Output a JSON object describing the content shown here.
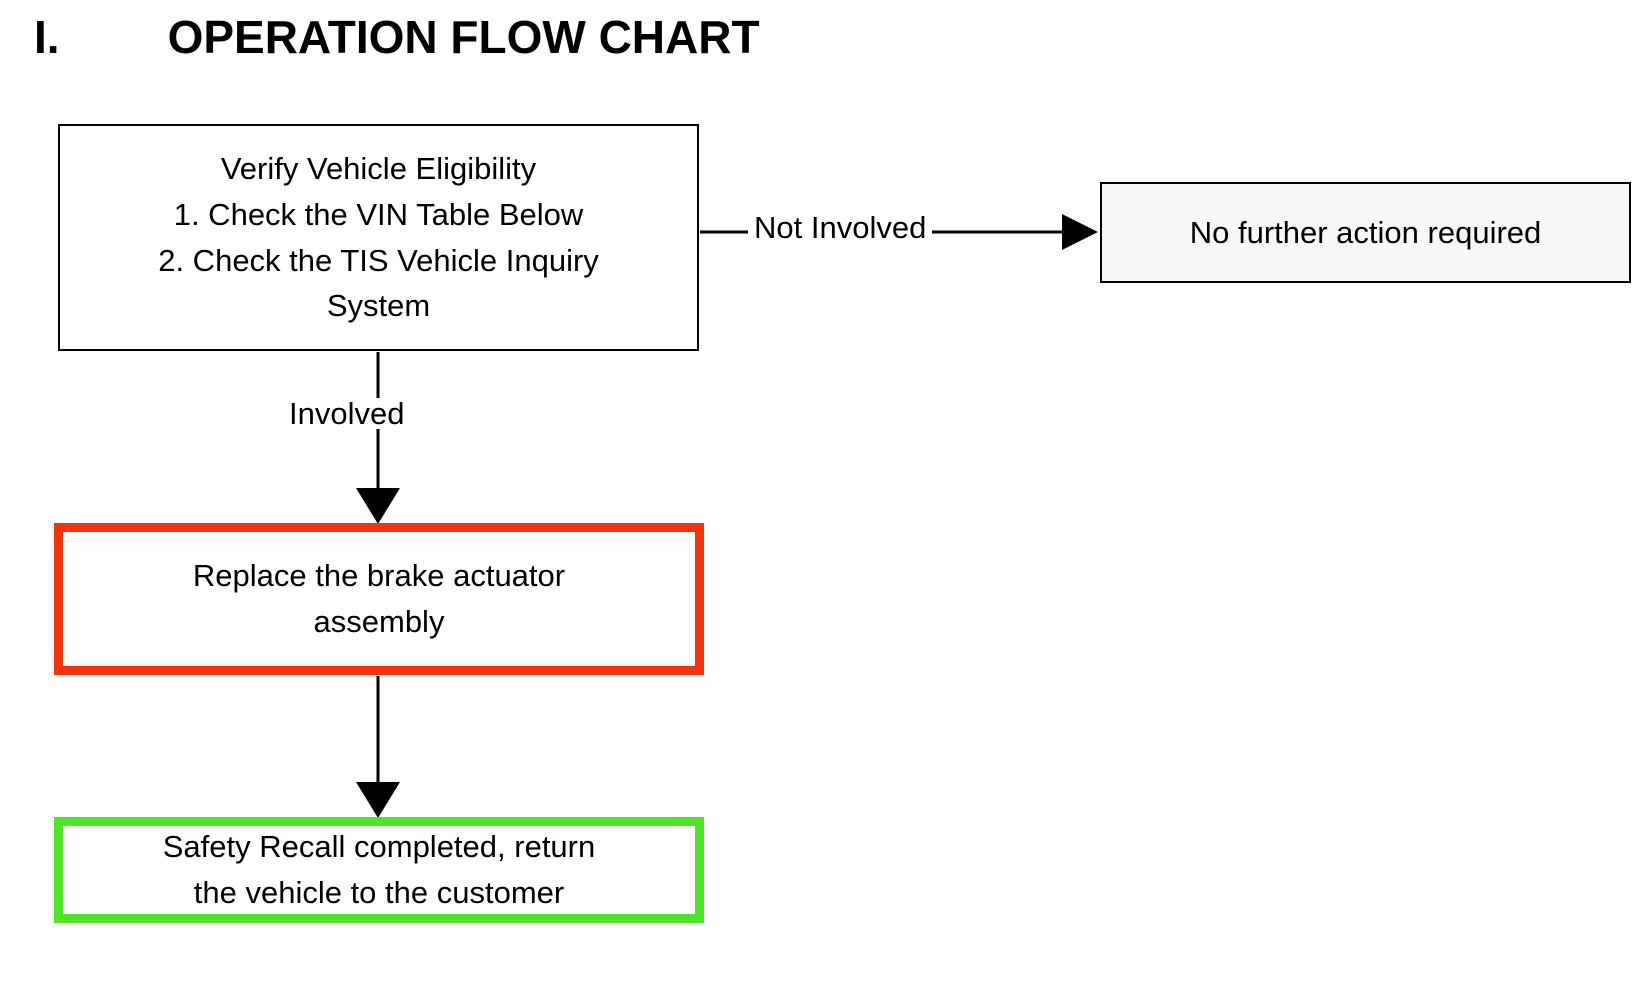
{
  "page": {
    "background_color": "#ffffff",
    "text_color": "#000000"
  },
  "title": {
    "numeral": "I.",
    "text": "OPERATION FLOW CHART"
  },
  "flowchart": {
    "type": "flowchart",
    "orientation": "top-down-with-side-branch",
    "nodes": [
      {
        "id": "verify",
        "shape": "rectangle",
        "border_color": "#000000",
        "fill_color": "#ffffff",
        "lines": [
          "Verify Vehicle Eligibility",
          "1. Check the VIN Table Below",
          "2. Check the TIS Vehicle Inquiry",
          "System"
        ]
      },
      {
        "id": "no-action",
        "shape": "rectangle",
        "border_color": "#000000",
        "fill_color": "#f7f7f7",
        "lines": [
          "No further action required"
        ]
      },
      {
        "id": "replace",
        "shape": "rectangle",
        "border_color": "#f5330b",
        "fill_color": "#ffffff",
        "lines": [
          "Replace the brake actuator",
          "assembly"
        ]
      },
      {
        "id": "complete",
        "shape": "rectangle",
        "border_color": "#4ce626",
        "fill_color": "#ffffff",
        "lines": [
          "Safety Recall completed, return",
          "the vehicle to the customer"
        ]
      }
    ],
    "edges": [
      {
        "id": "edge-not-involved",
        "from": "verify",
        "to": "no-action",
        "label": "Not Involved",
        "direction": "right"
      },
      {
        "id": "edge-involved",
        "from": "verify",
        "to": "replace",
        "label": "Involved",
        "direction": "down"
      },
      {
        "id": "edge-replace-complete",
        "from": "replace",
        "to": "complete",
        "label": "",
        "direction": "down"
      }
    ]
  }
}
